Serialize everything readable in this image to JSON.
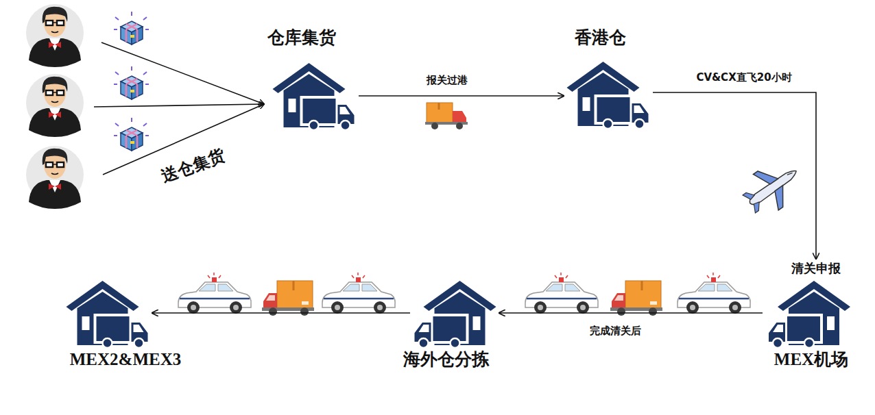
{
  "diagram": {
    "nodes": [
      {
        "text": [
          "仓库集货"
        ]
      },
      {
        "text": [
          "香港仓"
        ]
      },
      {
        "text": [
          "清关申报",
          "MEX机场"
        ]
      },
      {
        "text": [
          "海外仓分拣"
        ]
      },
      {
        "text": [
          "MEX2&MEX3"
        ]
      }
    ],
    "edges": [
      {
        "from": 0,
        "to": 1,
        "arrow": "to",
        "label": "报关过港"
      },
      {
        "from": 1,
        "to": 2,
        "arrow": "to",
        "label": "CV&CX直飞20小时"
      },
      {
        "from": 2,
        "to": 3,
        "arrow": "to",
        "label": "完成清关后"
      },
      {
        "from": 3,
        "to": 4,
        "arrow": "to"
      }
    ],
    "labels": [
      "送仓集货"
    ]
  }
}
